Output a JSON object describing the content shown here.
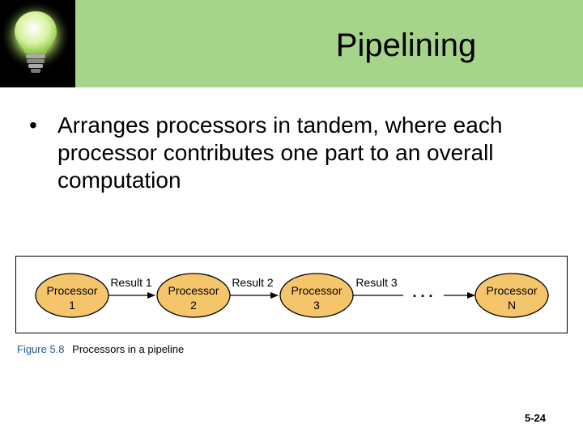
{
  "slide": {
    "title": "Pipelining",
    "bullets": [
      "Arranges processors in tandem, where each processor contributes one part to an overall computation"
    ],
    "bullet_glyph": "•",
    "page_number": "5-24",
    "header_color": "#a6d48a"
  },
  "figure": {
    "number": "Figure 5.8",
    "caption": "Processors in a pipeline",
    "caption_number_color": "#2b5797",
    "node_fill": "#f5c56c",
    "ellipsis": ". . .",
    "nodes": [
      {
        "line1": "Processor",
        "line2": "1"
      },
      {
        "line1": "Processor",
        "line2": "2"
      },
      {
        "line1": "Processor",
        "line2": "3"
      },
      {
        "line1": "Processor",
        "line2": "N"
      }
    ],
    "edges": [
      "Result 1",
      "Result 2",
      "Result 3"
    ]
  }
}
